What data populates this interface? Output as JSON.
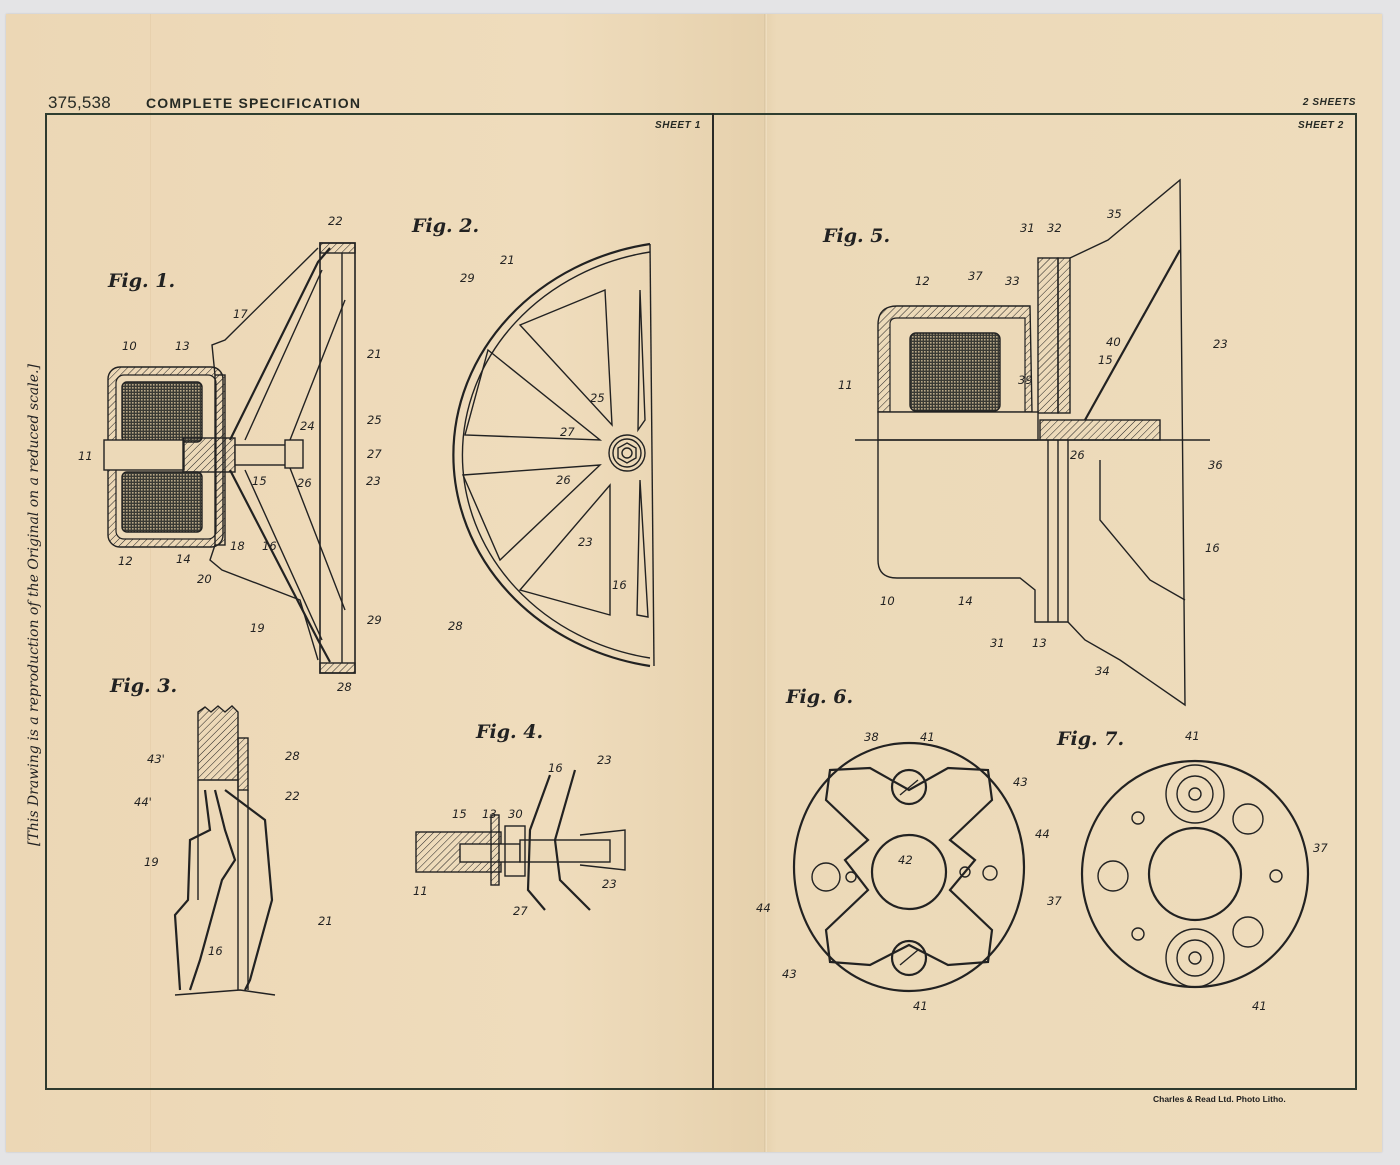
{
  "header": {
    "patent_number": "375,538",
    "title": "COMPLETE SPECIFICATION",
    "sheet_count": "2 SHEETS"
  },
  "sheets": [
    {
      "label": "SHEET 1"
    },
    {
      "label": "SHEET 2"
    }
  ],
  "side_note": "[This Drawing is a reproduction of the Original on a reduced scale.]",
  "printer_credit": "Charles & Read Ltd. Photo Litho.",
  "figures": {
    "fig1": {
      "title": "Fig. 1.",
      "refs": [
        "10",
        "11",
        "12",
        "13",
        "14",
        "15",
        "16",
        "17",
        "18",
        "19",
        "20",
        "21",
        "22",
        "23",
        "24",
        "25",
        "26",
        "27",
        "28",
        "29"
      ]
    },
    "fig2": {
      "title": "Fig. 2.",
      "refs": [
        "21",
        "29",
        "25",
        "27",
        "26",
        "23",
        "16",
        "28"
      ]
    },
    "fig3": {
      "title": "Fig. 3.",
      "refs": [
        "43'",
        "44'",
        "28",
        "22",
        "19",
        "16",
        "21"
      ]
    },
    "fig4": {
      "title": "Fig. 4.",
      "refs": [
        "15",
        "13",
        "30",
        "16",
        "23",
        "11",
        "27",
        "23"
      ]
    },
    "fig5": {
      "title": "Fig. 5.",
      "refs": [
        "31",
        "32",
        "35",
        "37",
        "33",
        "12",
        "40",
        "39",
        "15",
        "23",
        "11",
        "26",
        "36",
        "16",
        "10",
        "14",
        "31",
        "13",
        "34"
      ]
    },
    "fig6": {
      "title": "Fig. 6.",
      "refs": [
        "38",
        "41",
        "43",
        "42",
        "44",
        "44",
        "37",
        "43",
        "41"
      ]
    },
    "fig7": {
      "title": "Fig. 7.",
      "refs": [
        "41",
        "37",
        "41"
      ]
    }
  },
  "colors": {
    "paper": "#ecd9b8",
    "ink": "#222222",
    "frame": "#2f3a2e"
  }
}
